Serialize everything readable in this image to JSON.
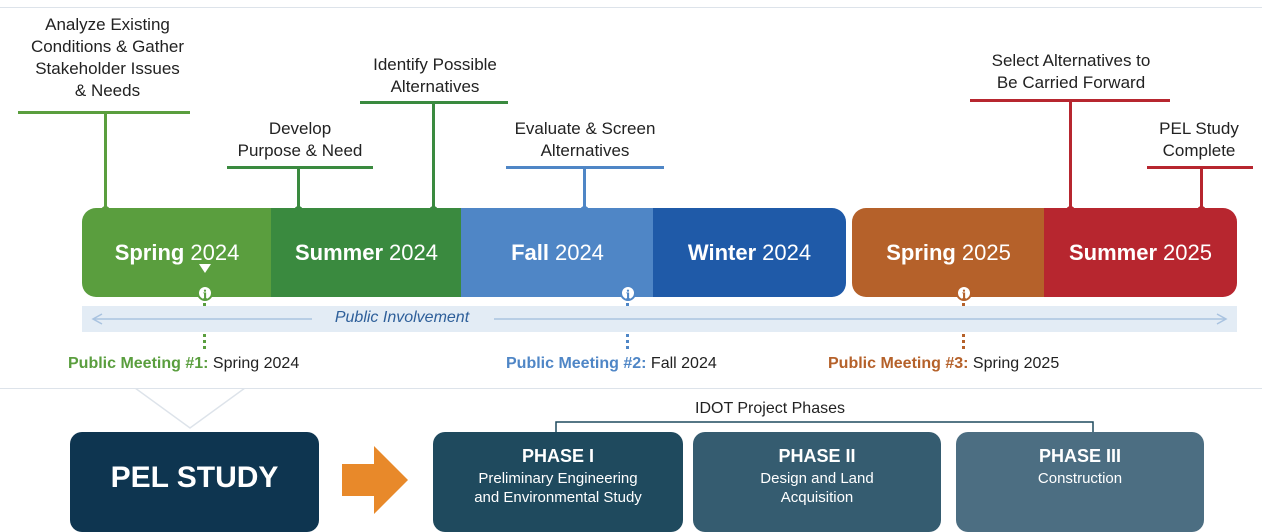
{
  "milestones": {
    "analyze": "Analyze Existing Conditions & Gather Stakeholder Issues & Needs",
    "analyze_lines": [
      "Analyze Existing",
      "Conditions & Gather",
      "Stakeholder Issues",
      "& Needs"
    ],
    "develop_lines": [
      "Develop",
      "Purpose & Need"
    ],
    "identify_lines": [
      "Identify Possible",
      "Alternatives"
    ],
    "evaluate_lines": [
      "Evaluate & Screen",
      "Alternatives"
    ],
    "select_lines": [
      "Select Alternatives to",
      "Be Carried Forward"
    ],
    "complete_lines": [
      "PEL Study",
      "Complete"
    ]
  },
  "seasons": [
    {
      "name": "Spring",
      "year": "2024",
      "color": "#5a9e3e"
    },
    {
      "name": "Summer",
      "year": "2024",
      "color": "#3a8a3f"
    },
    {
      "name": "Fall",
      "year": "2024",
      "color": "#4f86c6"
    },
    {
      "name": "Winter",
      "year": "2024",
      "color": "#1f5aa8"
    },
    {
      "name": "Spring",
      "year": "2025",
      "color": "#b5612a"
    },
    {
      "name": "Summer",
      "year": "2025",
      "color": "#b7262f"
    }
  ],
  "public_involvement": "Public Involvement",
  "public_meetings": [
    {
      "label": "Public Meeting #1:",
      "when": "Spring 2024",
      "color": "#5a9e3e"
    },
    {
      "label": "Public Meeting #2:",
      "when": "Fall 2024",
      "color": "#4f86c6"
    },
    {
      "label": "Public Meeting #3:",
      "when": "Spring 2025",
      "color": "#b5612a"
    }
  ],
  "pel_study": "PEL STUDY",
  "project_phases_label": "IDOT Project Phases",
  "phases": [
    {
      "title": "PHASE I",
      "sub1": "Preliminary Engineering",
      "sub2": "and Environmental Study",
      "color": "#1f4a5e"
    },
    {
      "title": "PHASE II",
      "sub1": "Design and Land",
      "sub2": "Acquisition",
      "color": "#355c70"
    },
    {
      "title": "PHASE III",
      "sub1": "Construction",
      "sub2": "",
      "color": "#4c6e82"
    }
  ],
  "info_icon": "info-icon",
  "arrow_icon": "orange-arrow-icon"
}
